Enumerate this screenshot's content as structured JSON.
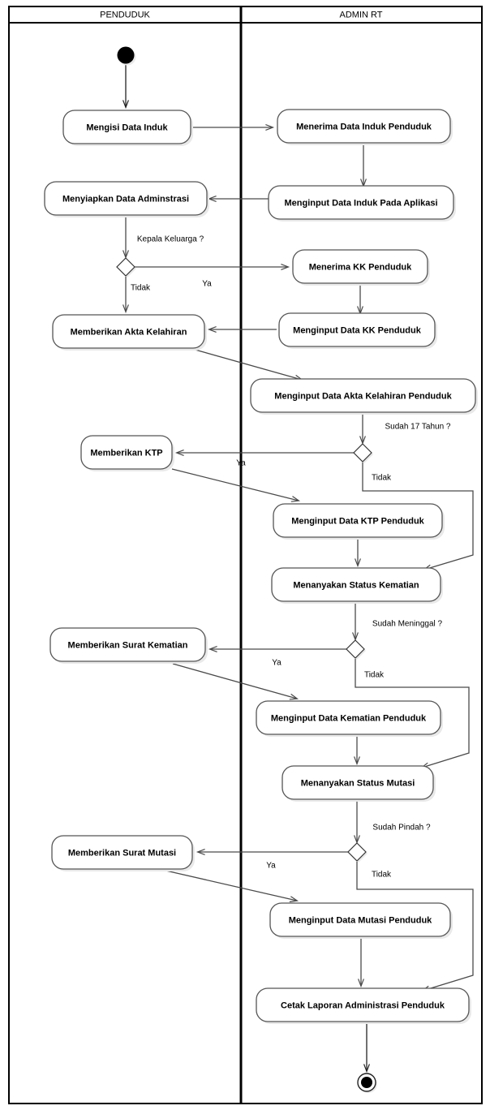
{
  "diagram": {
    "type": "uml-activity-diagram",
    "lanes": [
      {
        "id": "penduduk",
        "title": "PENDUDUK"
      },
      {
        "id": "admin_rt",
        "title": "ADMIN RT"
      }
    ],
    "nodes": [
      {
        "id": "start",
        "kind": "initial",
        "lane": "penduduk",
        "label": ""
      },
      {
        "id": "n1",
        "kind": "activity",
        "lane": "penduduk",
        "label": "Mengisi Data Induk"
      },
      {
        "id": "n2",
        "kind": "activity",
        "lane": "admin_rt",
        "label": "Menerima Data Induk Penduduk"
      },
      {
        "id": "n3",
        "kind": "activity",
        "lane": "admin_rt",
        "label": "Menginput Data Induk Pada Aplikasi"
      },
      {
        "id": "n4",
        "kind": "activity",
        "lane": "penduduk",
        "label": "Menyiapkan Data Adminstrasi"
      },
      {
        "id": "d1",
        "kind": "decision",
        "lane": "penduduk",
        "label": ""
      },
      {
        "id": "n5",
        "kind": "activity",
        "lane": "admin_rt",
        "label": "Menerima KK Penduduk"
      },
      {
        "id": "n6",
        "kind": "activity",
        "lane": "admin_rt",
        "label": "Menginput Data KK Penduduk"
      },
      {
        "id": "n7",
        "kind": "activity",
        "lane": "penduduk",
        "label": "Memberikan Akta Kelahiran"
      },
      {
        "id": "n8",
        "kind": "activity",
        "lane": "admin_rt",
        "label": "Menginput Data Akta Kelahiran Penduduk"
      },
      {
        "id": "d2",
        "kind": "decision",
        "lane": "admin_rt",
        "label": ""
      },
      {
        "id": "n9",
        "kind": "activity",
        "lane": "penduduk",
        "label": "Memberikan KTP"
      },
      {
        "id": "n10",
        "kind": "activity",
        "lane": "admin_rt",
        "label": "Menginput Data KTP Penduduk"
      },
      {
        "id": "n11",
        "kind": "activity",
        "lane": "admin_rt",
        "label": "Menanyakan Status Kematian"
      },
      {
        "id": "d3",
        "kind": "decision",
        "lane": "admin_rt",
        "label": ""
      },
      {
        "id": "n12",
        "kind": "activity",
        "lane": "penduduk",
        "label": "Memberikan Surat Kematian"
      },
      {
        "id": "n13",
        "kind": "activity",
        "lane": "admin_rt",
        "label": "Menginput Data Kematian Penduduk"
      },
      {
        "id": "n14",
        "kind": "activity",
        "lane": "admin_rt",
        "label": "Menanyakan Status Mutasi"
      },
      {
        "id": "d4",
        "kind": "decision",
        "lane": "admin_rt",
        "label": ""
      },
      {
        "id": "n15",
        "kind": "activity",
        "lane": "penduduk",
        "label": "Memberikan Surat Mutasi"
      },
      {
        "id": "n16",
        "kind": "activity",
        "lane": "admin_rt",
        "label": "Menginput Data Mutasi Penduduk"
      },
      {
        "id": "n17",
        "kind": "activity",
        "lane": "admin_rt",
        "label": "Cetak Laporan Administrasi Penduduk"
      },
      {
        "id": "end",
        "kind": "final",
        "lane": "admin_rt",
        "label": ""
      }
    ],
    "edge_labels": {
      "guard_kepala_keluarga": "Kepala Keluarga ?",
      "guard_kk_ya": "Ya",
      "guard_kk_tidak": "Tidak",
      "guard_sudah_17": "Sudah 17 Tahun ?",
      "guard_17_ya": "Ya",
      "guard_17_tidak": "Tidak",
      "guard_sudah_meninggal": "Sudah Meninggal ?",
      "guard_meninggal_ya": "Ya",
      "guard_meninggal_tidak": "Tidak",
      "guard_sudah_pindah": "Sudah Pindah ?",
      "guard_pindah_ya": "Ya",
      "guard_pindah_tidak": "Tidak"
    },
    "colors": {
      "frame": "#000000",
      "node_stroke": "#555555",
      "node_fill": "#ffffff",
      "flow": "#4a4a4a",
      "shadow": "#e9e9e9",
      "text": "#000000",
      "background": "#ffffff"
    }
  }
}
